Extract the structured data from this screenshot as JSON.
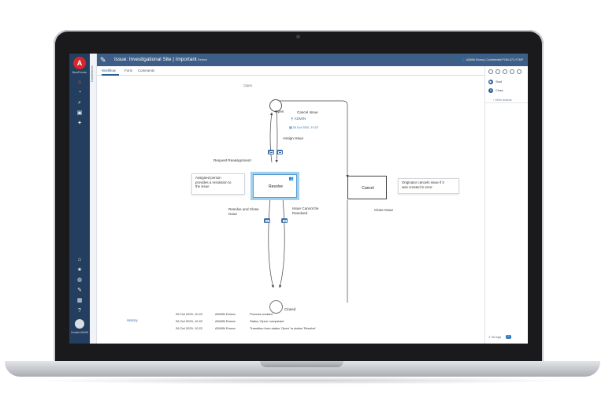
{
  "app": {
    "logo_letter": "A",
    "logo_text": "BearPrecise",
    "title": "Issue: Investigational Site | Important",
    "title_badge": "Review",
    "user_info": "ADMIN Emma | Confidential PGM-073-YTMP",
    "vertical_tab": "Conference",
    "user_label": "Created ADMIN"
  },
  "tabs": [
    "Workflow",
    "Form",
    "Comments"
  ],
  "sidebar_icons": [
    "home-icon",
    "gauge-icon",
    "search-icon",
    "box-icon",
    "sparkle-icon",
    "graduation-icon",
    "star-icon",
    "globe-icon",
    "wrench-icon",
    "calendar-icon",
    "help-icon"
  ],
  "right_panel": {
    "actions": [
      {
        "label": "Start",
        "glyph": "▶"
      },
      {
        "label": "Close",
        "glyph": "✕"
      }
    ],
    "other_actions": "Other actions",
    "no_logs": "No logs",
    "no_logs_count": "0"
  },
  "diagram": {
    "top_label": "Open",
    "open_state": "Open",
    "cancel_issue": "Cancel Issue",
    "admin_link": "ADMIN",
    "date": "26 Oct 2020, 10:22",
    "assign_issue": "Assign Issue",
    "request_reassignment": "Request Reassignment",
    "resolve_node": "Resolve",
    "cancel_node": "Cancel",
    "note_left": [
      "Assigned person",
      "provides a resolution to",
      "the issue"
    ],
    "note_right": [
      "Originator cancels issue if it",
      "was created in error"
    ],
    "resolve_close": [
      "Resolve and Close",
      "Issue"
    ],
    "cannot_resolve": [
      "Issue Cannot be",
      "Resolved"
    ],
    "close_issue": "Close Issue",
    "closed_state": "Closed"
  },
  "history": {
    "title": "History",
    "rows": [
      {
        "date": "26 Oct 2020, 10:22",
        "user": "ADMIN Emma",
        "event": "Process created"
      },
      {
        "date": "26 Oct 2020, 10:22",
        "user": "ADMIN Emma",
        "event": "Status 'Open' completed"
      },
      {
        "date": "26 Oct 2020, 10:22",
        "user": "ADMIN Emma",
        "event": "Transition from status 'Open' to status 'Resolve'"
      }
    ]
  },
  "colors": {
    "sidebar": "#233e5e",
    "titlebar": "#3d5f87",
    "accent": "#2e5e93",
    "selection": "#9fd0ef"
  }
}
